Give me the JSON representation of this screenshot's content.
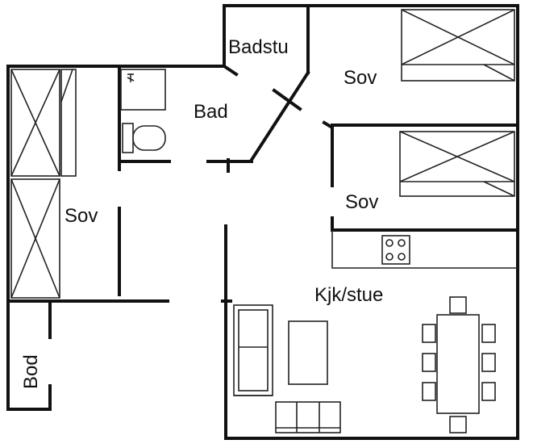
{
  "rooms": {
    "badstu": "Badstu",
    "bad": "Bad",
    "sov_top": "Sov",
    "sov_mid": "Sov",
    "sov_left": "Sov",
    "kjokken_stue": "Kjk/stue",
    "bod": "Bod"
  },
  "icons": {
    "shower": "shower-icon",
    "toilet": "toilet-icon",
    "stove": "stove-icon"
  },
  "colors": {
    "wall": "#111111",
    "background": "#ffffff"
  }
}
